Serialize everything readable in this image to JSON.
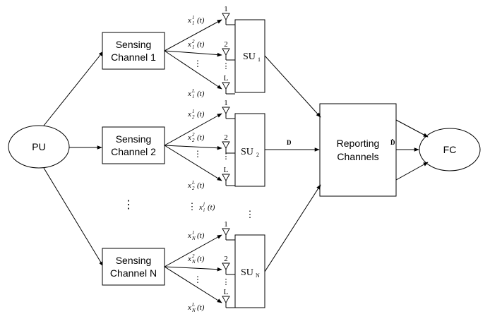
{
  "nodes": {
    "pu": "PU",
    "fc": "FC",
    "sensing": [
      {
        "line1": "Sensing",
        "line2": "Channel 1"
      },
      {
        "line1": "Sensing",
        "line2": "Channel 2"
      },
      {
        "line1": "Sensing",
        "line2": "Channel N"
      }
    ],
    "su": [
      {
        "base": "SU",
        "sub": "1"
      },
      {
        "base": "SU",
        "sub": "2"
      },
      {
        "base": "SU",
        "sub": "N"
      }
    ],
    "reporting": {
      "line1": "Reporting",
      "line2": "Channels"
    }
  },
  "antennas": {
    "indices": [
      "1",
      "2",
      "L"
    ],
    "signal_base": "x",
    "signal_arg": "(t)",
    "row_subs": [
      "1",
      "2",
      "N"
    ],
    "sup": [
      "1",
      "2",
      "L"
    ]
  },
  "generic_signal": {
    "base": "x",
    "sub": "i",
    "sup": "j",
    "arg": "(t)"
  },
  "edge_labels": {
    "d": "D",
    "d_hat": "D̂"
  },
  "ellipsis": "⋮"
}
